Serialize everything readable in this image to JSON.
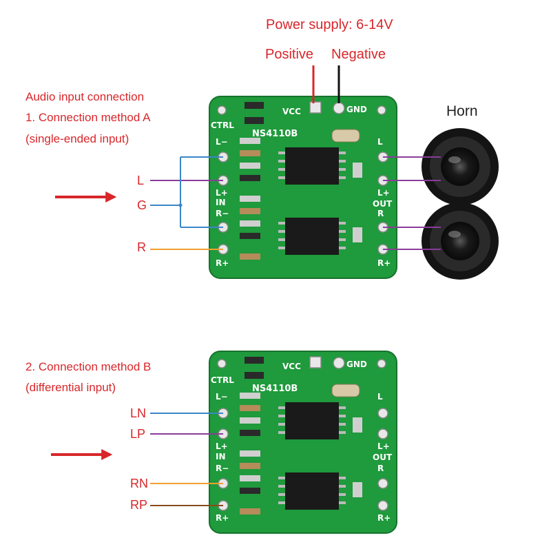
{
  "power": {
    "title": "Power supply: 6-14V",
    "positive": "Positive",
    "negative": "Negative"
  },
  "method_a": {
    "heading": "Audio input connection",
    "name": "1. Connection method A",
    "desc": "(single-ended input)",
    "signals": [
      "L",
      "G",
      "R"
    ],
    "horn_label": "Horn"
  },
  "method_b": {
    "name": "2. Connection method B",
    "desc": "(differential input)",
    "signals": [
      "LN",
      "LP",
      "RN",
      "RP"
    ]
  },
  "board": {
    "chip": "NS4110B",
    "vcc": "VCC",
    "gnd": "GND",
    "ctrl": "CTRL",
    "pin_l_minus": "L−",
    "pin_l_plus": "L+",
    "pin_in": "IN",
    "pin_r_minus": "R−",
    "pin_r_plus": "R+",
    "pin_out": "OUT",
    "pin_out_l": "L",
    "pin_out_r": "R"
  },
  "colors": {
    "label_red": "#d8262a",
    "pcb_green": "#1f9a3c",
    "wire_blue": "#3a86c8",
    "wire_purple": "#8a3c9a",
    "wire_orange": "#f0a030",
    "wire_brown": "#8a4a1c",
    "wire_red": "#d8262a",
    "wire_black": "#111111"
  }
}
